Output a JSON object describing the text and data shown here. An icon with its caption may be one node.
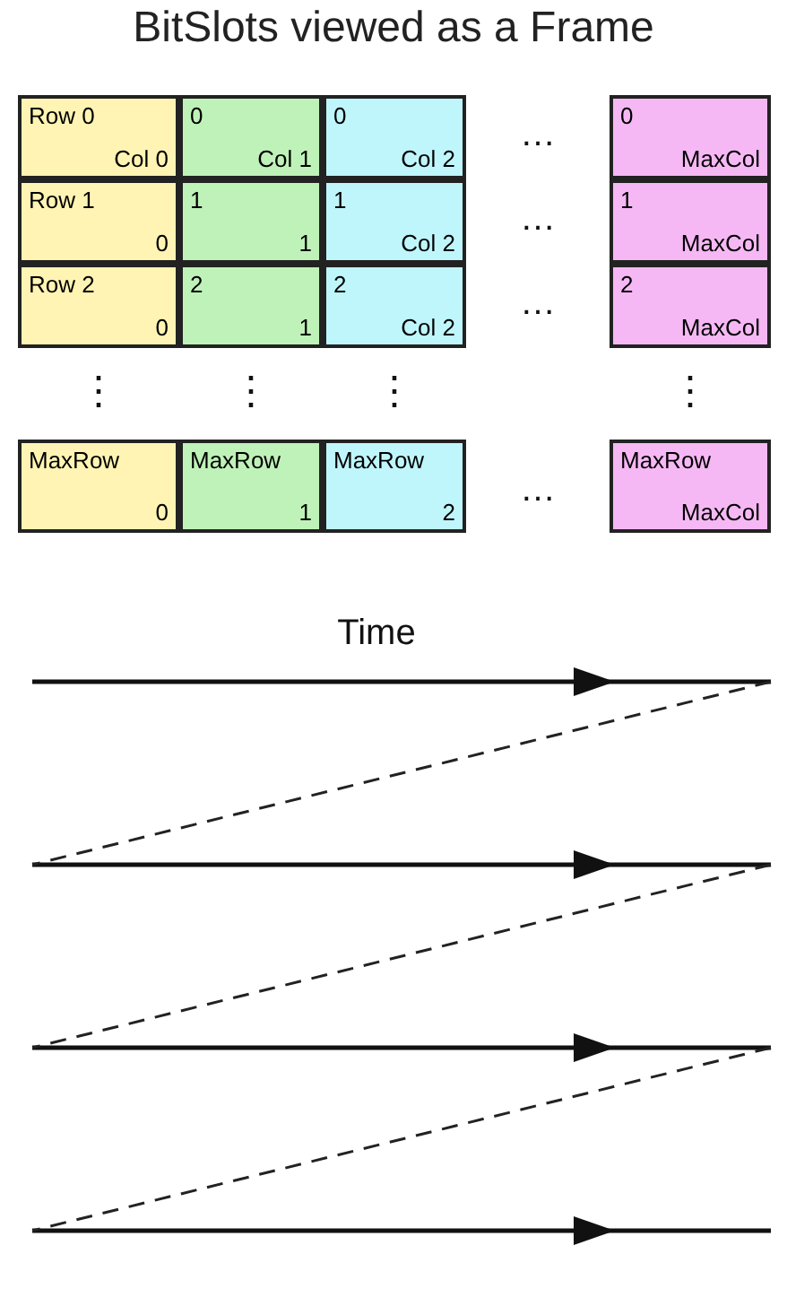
{
  "diagram": {
    "title": "BitSlots viewed as a Frame",
    "nodes": [
      {
        "text": [
          "Row 0",
          "Col 0"
        ]
      },
      {
        "text": [
          "0",
          "Col 1"
        ]
      },
      {
        "text": [
          "0",
          "Col 2"
        ]
      },
      {
        "text": [
          "0",
          "MaxCol"
        ]
      },
      {
        "text": [
          "Row 1",
          "0"
        ]
      },
      {
        "text": [
          "1",
          "1"
        ]
      },
      {
        "text": [
          "1",
          "Col 2"
        ]
      },
      {
        "text": [
          "1",
          "MaxCol"
        ]
      },
      {
        "text": [
          "Row 2",
          "0"
        ]
      },
      {
        "text": [
          "2",
          "1"
        ]
      },
      {
        "text": [
          "2",
          "Col 2"
        ]
      },
      {
        "text": [
          "2",
          "MaxCol"
        ]
      },
      {
        "text": [
          "MaxRow",
          "0"
        ]
      },
      {
        "text": [
          "MaxRow",
          "1"
        ]
      },
      {
        "text": [
          "MaxRow",
          "2"
        ]
      },
      {
        "text": [
          "MaxRow",
          "MaxCol"
        ]
      }
    ],
    "edges": [],
    "labels": [
      "…",
      "…",
      "…",
      "⋮",
      "⋮",
      "⋮",
      "⋮",
      "…",
      "Time"
    ]
  }
}
